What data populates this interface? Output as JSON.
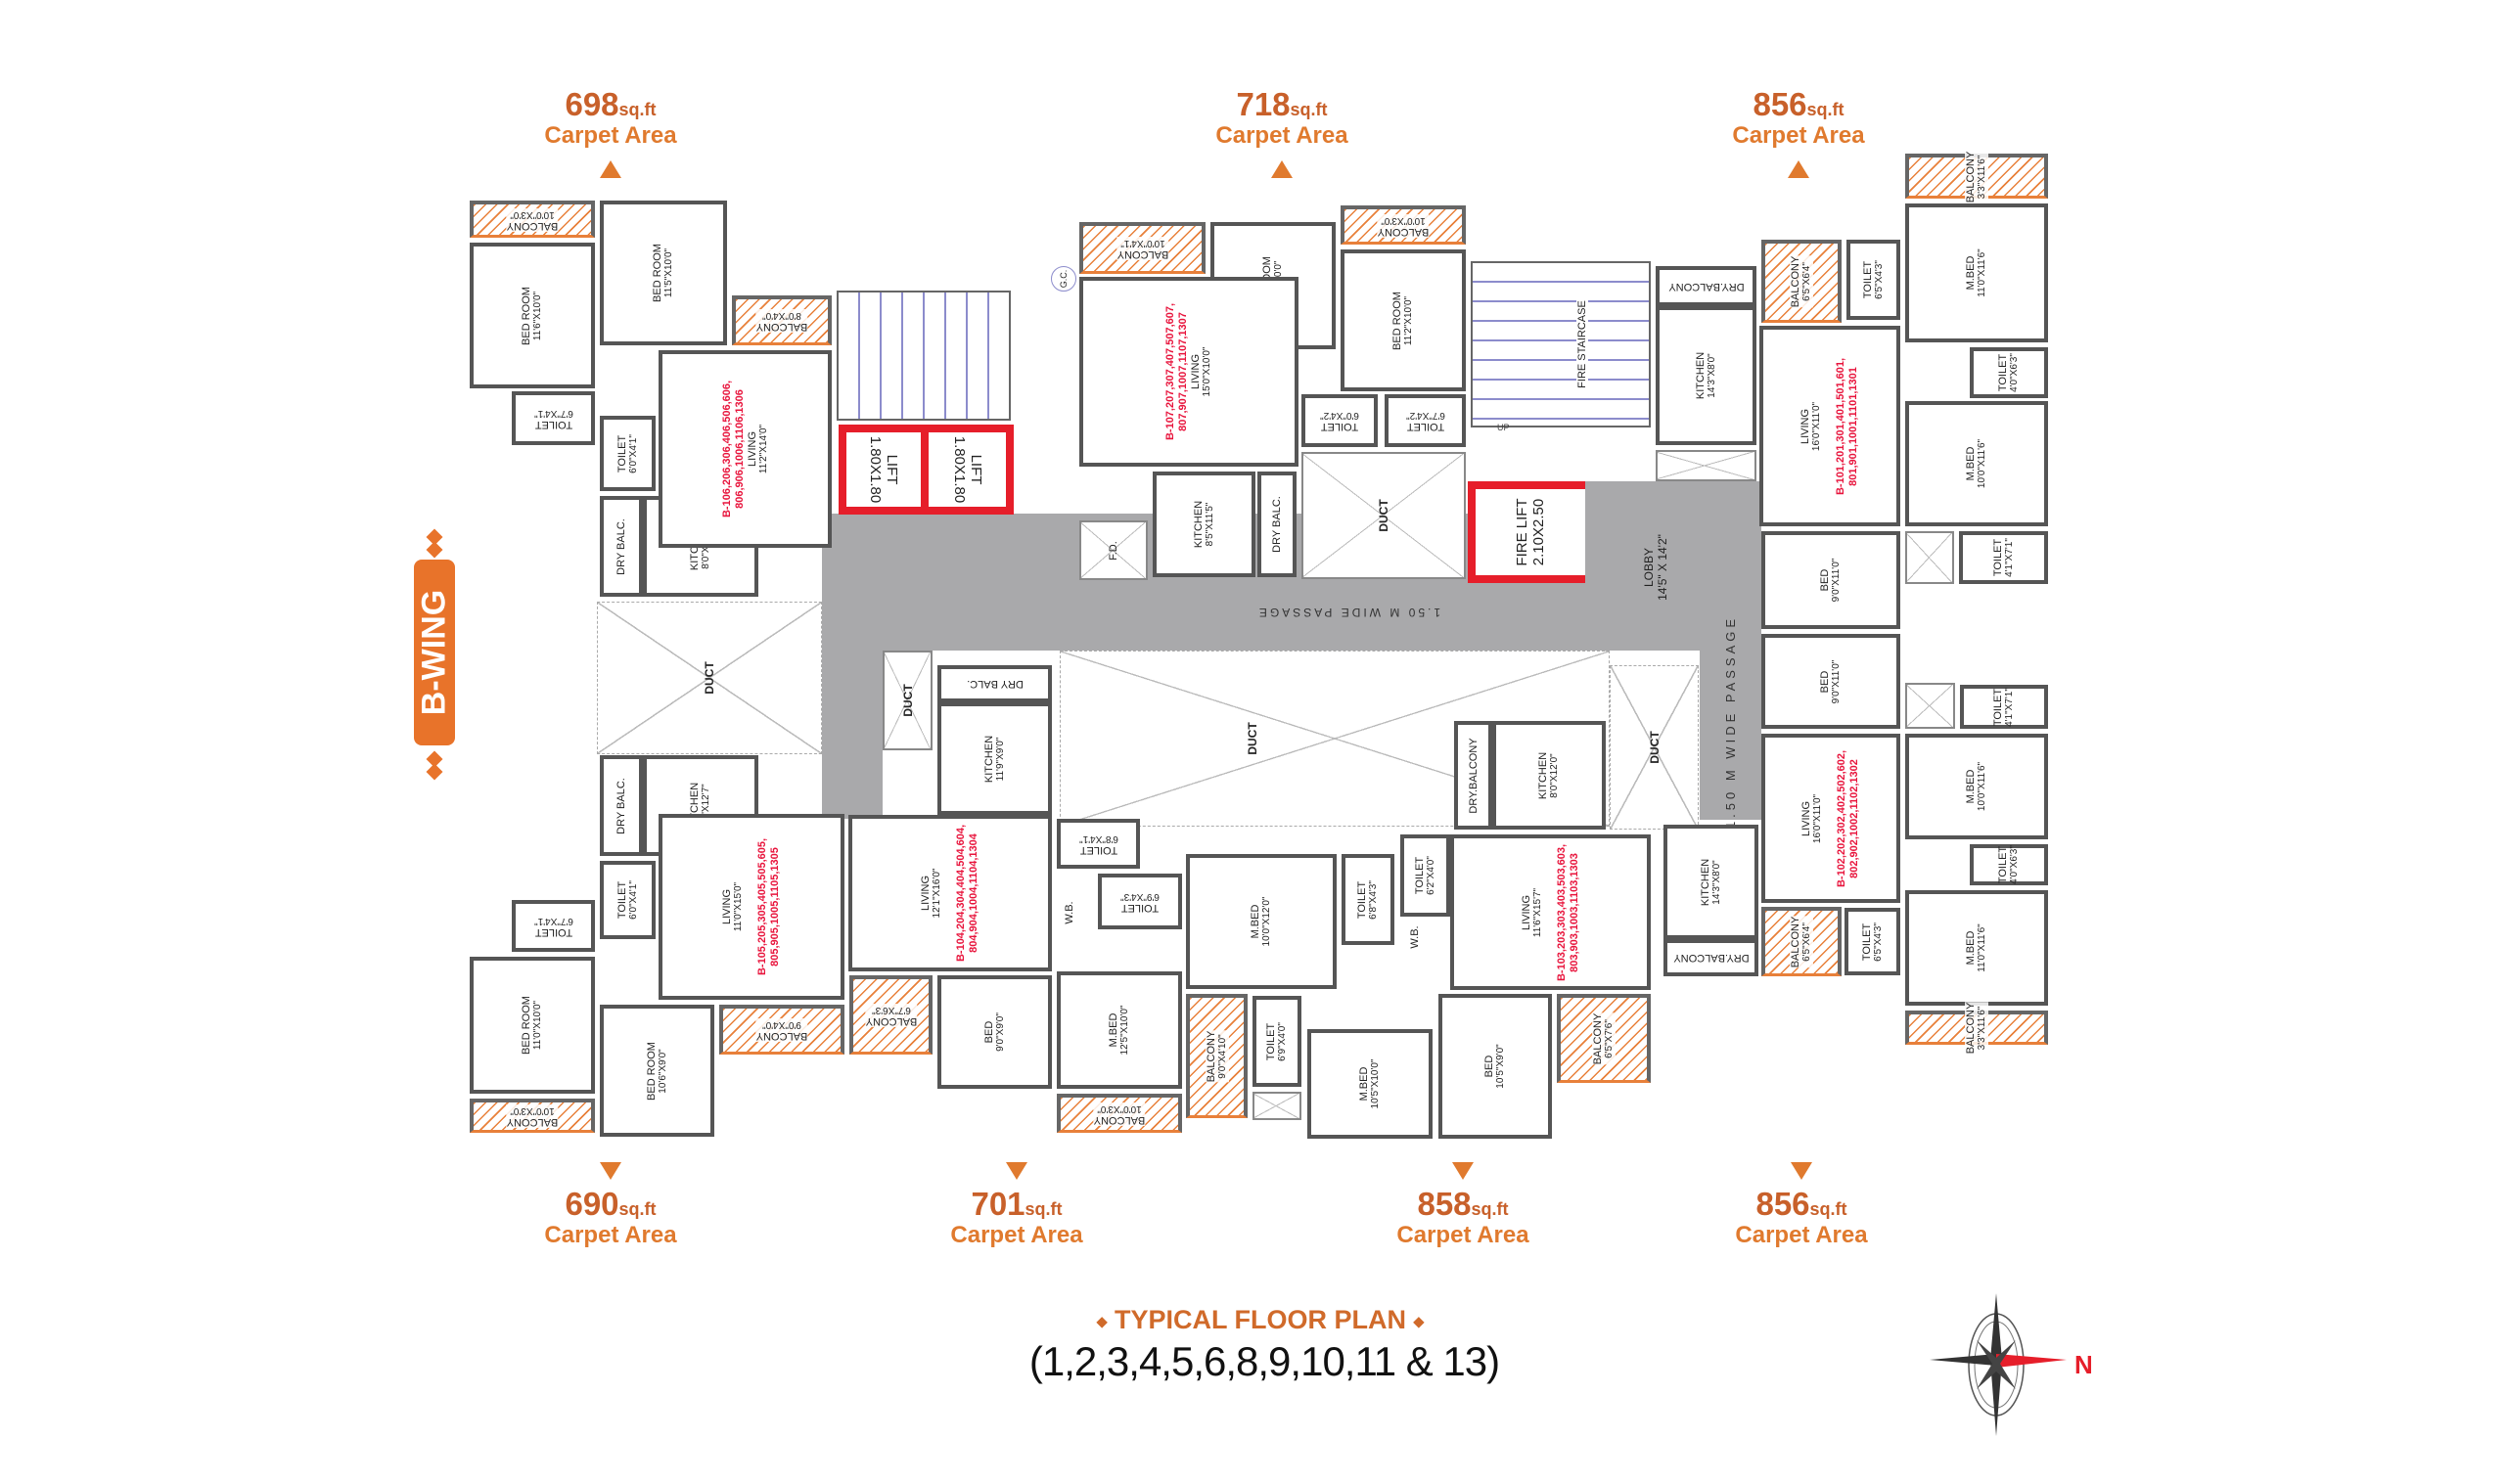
{
  "wing_label": "B-WING",
  "colors": {
    "accent_orange": "#e07a2e",
    "lift_red": "#e61e2a",
    "flat_numbers_red": "#e8143c",
    "passage_grey": "#a9a9ab",
    "balcony_hatch": "#e8803a"
  },
  "units": [
    {
      "id": "unit-06",
      "carpet_area": "698",
      "area_unit": "sq.ft",
      "area_caption": "Carpet Area",
      "arrow": "up",
      "flat_numbers": [
        "B-106,206,306,406,506,606,",
        "806,906,1006,1106,1306"
      ],
      "rooms": [
        {
          "name": "BALCONY",
          "size": "10'0\"X3'0\""
        },
        {
          "name": "BED ROOM",
          "size": "11'6\"X10'0\""
        },
        {
          "name": "BED ROOM",
          "size": "11'5\"X10'0\""
        },
        {
          "name": "BALCONY",
          "size": "8'0\"X4'0\""
        },
        {
          "name": "TOILET",
          "size": "6'7\"X4'1\""
        },
        {
          "name": "TOILET",
          "size": "6'0\"X4'1\""
        },
        {
          "name": "DRY BALC.",
          "size": ""
        },
        {
          "name": "KITCHEN",
          "size": "8'0\"X12'7\""
        },
        {
          "name": "LIVING",
          "size": "11'2\"X14'0\""
        }
      ]
    },
    {
      "id": "unit-07",
      "carpet_area": "718",
      "area_unit": "sq.ft",
      "area_caption": "Carpet Area",
      "arrow": "up",
      "flat_numbers": [
        "B-107,207,307,407,507,607,",
        "807,907,1007,1107,1307"
      ],
      "rooms": [
        {
          "name": "BALCONY",
          "size": "10'0\"X4'1\""
        },
        {
          "name": "BED ROOM",
          "size": "10'0\"X10'0\""
        },
        {
          "name": "BALCONY",
          "size": "10'0\"X3'0\""
        },
        {
          "name": "BED ROOM",
          "size": "11'2\"X10'0\""
        },
        {
          "name": "TOILET",
          "size": "6'0\"X4'2\""
        },
        {
          "name": "TOILET",
          "size": "6'7\"X4'2\""
        },
        {
          "name": "W.B.",
          "size": ""
        },
        {
          "name": "F.D.",
          "size": ""
        },
        {
          "name": "KITCHEN",
          "size": "8'5\"X11'5\""
        },
        {
          "name": "DRY BALC.",
          "size": ""
        },
        {
          "name": "DUCT",
          "size": ""
        },
        {
          "name": "LIVING",
          "size": "15'0\"X10'0\""
        }
      ]
    },
    {
      "id": "unit-01",
      "carpet_area": "856",
      "area_unit": "sq.ft",
      "area_caption": "Carpet Area",
      "arrow": "up",
      "flat_numbers": [
        "B-101,201,301,401,501,601,",
        "801,901,1001,1101,1301"
      ],
      "rooms": [
        {
          "name": "BALCONY",
          "size": "3'3\"X11'6\""
        },
        {
          "name": "M.BED",
          "size": "11'0\"X11'6\""
        },
        {
          "name": "TOILET",
          "size": "6'5\"X4'3\""
        },
        {
          "name": "BALCONY",
          "size": "6'5\"X6'4\""
        },
        {
          "name": "DRY.BALCONY",
          "size": ""
        },
        {
          "name": "KITCHEN",
          "size": "14'3\"X8'0\""
        },
        {
          "name": "LIVING",
          "size": "16'0\"X11'0\""
        },
        {
          "name": "TOILET",
          "size": "4'0\"X6'3\""
        },
        {
          "name": "M.BED",
          "size": "10'0\"X11'6\""
        },
        {
          "name": "TOILET",
          "size": "4'1\"X7'1\""
        },
        {
          "name": "BED",
          "size": "9'0\"X11'0\""
        }
      ]
    },
    {
      "id": "unit-02",
      "carpet_area": "856",
      "area_unit": "sq.ft",
      "area_caption": "Carpet Area",
      "arrow": "down",
      "flat_numbers": [
        "B-102,202,302,402,502,602,",
        "802,902,1002,1102,1302"
      ],
      "rooms": [
        {
          "name": "BED",
          "size": "9'0\"X11'0\""
        },
        {
          "name": "TOILET",
          "size": "4'1\"X7'1\""
        },
        {
          "name": "LIVING",
          "size": "16'0\"X11'0\""
        },
        {
          "name": "M.BED",
          "size": "10'0\"X11'6\""
        },
        {
          "name": "TOILET",
          "size": "4'0\"X6'3\""
        },
        {
          "name": "KITCHEN",
          "size": "14'3\"X8'0\""
        },
        {
          "name": "DRY.BALCONY",
          "size": ""
        },
        {
          "name": "BALCONY",
          "size": "6'5\"X6'4\""
        },
        {
          "name": "TOILET",
          "size": "6'5\"X4'3\""
        },
        {
          "name": "M.BED",
          "size": "11'0\"X11'6\""
        },
        {
          "name": "BALCONY",
          "size": "3'3\"X11'6\""
        }
      ]
    },
    {
      "id": "unit-03",
      "carpet_area": "858",
      "area_unit": "sq.ft",
      "area_caption": "Carpet Area",
      "arrow": "down",
      "flat_numbers": [
        "B-103,203,303,403,503,603,",
        "803,903,1003,1103,1303"
      ],
      "rooms": [
        {
          "name": "DRY.BALCONY",
          "size": ""
        },
        {
          "name": "KITCHEN",
          "size": "8'0\"X12'0\""
        },
        {
          "name": "TOILET",
          "size": "6'2\"X4'0\""
        },
        {
          "name": "W.B.",
          "size": ""
        },
        {
          "name": "M.BED",
          "size": "10'0\"X12'0\""
        },
        {
          "name": "TOILET",
          "size": "6'8\"X4'3\""
        },
        {
          "name": "LIVING",
          "size": "11'6\"X15'7\""
        },
        {
          "name": "BALCONY",
          "size": "9'0\"X4'10\""
        },
        {
          "name": "TOILET",
          "size": "6'9\"X4'0\""
        },
        {
          "name": "M.BED",
          "size": "10'5\"X10'0\""
        },
        {
          "name": "BED",
          "size": "10'5\"X9'0\""
        },
        {
          "name": "BALCONY",
          "size": "6'5\"X7'6\""
        }
      ]
    },
    {
      "id": "unit-04",
      "carpet_area": "701",
      "area_unit": "sq.ft",
      "area_caption": "Carpet Area",
      "arrow": "down",
      "flat_numbers": [
        "B-104,204,304,404,504,604,",
        "804,904,1004,1104,1304"
      ],
      "rooms": [
        {
          "name": "DUCT",
          "size": ""
        },
        {
          "name": "DRY BALC.",
          "size": ""
        },
        {
          "name": "KITCHEN",
          "size": "11'9\"X9'0\""
        },
        {
          "name": "LIVING",
          "size": "12'1\"X16'0\""
        },
        {
          "name": "TOILET",
          "size": "6'8\"X4'1\""
        },
        {
          "name": "TOILET",
          "size": "6'9\"X4'3\""
        },
        {
          "name": "W.B.",
          "size": ""
        },
        {
          "name": "BALCONY",
          "size": "6'7\"X6'3\""
        },
        {
          "name": "BED",
          "size": "9'0\"X9'0\""
        },
        {
          "name": "M.BED",
          "size": "12'5\"X10'0\""
        },
        {
          "name": "BALCONY",
          "size": "10'0\"X3'0\""
        }
      ]
    },
    {
      "id": "unit-05",
      "carpet_area": "690",
      "area_unit": "sq.ft",
      "area_caption": "Carpet Area",
      "arrow": "down",
      "flat_numbers": [
        "B-105,205,305,405,505,605,",
        "805,905,1005,1105,1305"
      ],
      "rooms": [
        {
          "name": "DRY BALC.",
          "size": ""
        },
        {
          "name": "KITCHEN",
          "size": "8'0\"X12'7\""
        },
        {
          "name": "TOILET",
          "size": "6'0\"X4'1\""
        },
        {
          "name": "TOILET",
          "size": "6'7\"X4'1\""
        },
        {
          "name": "LIVING",
          "size": "11'0\"X15'0\""
        },
        {
          "name": "BED ROOM",
          "size": "11'0\"X10'0\""
        },
        {
          "name": "BED ROOM",
          "size": "10'6\"X9'0\""
        },
        {
          "name": "BALCONY",
          "size": "9'0\"X4'0\""
        },
        {
          "name": "BALCONY",
          "size": "10'0\"X3'0\""
        }
      ]
    }
  ],
  "core": {
    "lifts": [
      {
        "name": "LIFT",
        "size": "1.80X1.80"
      },
      {
        "name": "LIFT",
        "size": "1.80X1.80"
      }
    ],
    "fire_lift": {
      "name": "FIRE LIFT",
      "size": "2.10X2.50"
    },
    "fire_staircase": "FIRE STAIRCASE",
    "stair_up": "UP",
    "garbage_chute": "G.C.",
    "lobby": {
      "name": "LOBBY",
      "size": "14'5\" X 14'2\""
    },
    "passage_horizontal": "1.50 M WIDE PASSAGE",
    "passage_vertical": "1.50 M WIDE PASSAGE",
    "duct_left": "DUCT",
    "duct_center": "DUCT",
    "duct_right": "DUCT"
  },
  "title": "TYPICAL FLOOR PLAN",
  "floors": "(1,2,3,4,5,6,8,9,10,11 & 13)",
  "compass": {
    "north_label": "N"
  }
}
